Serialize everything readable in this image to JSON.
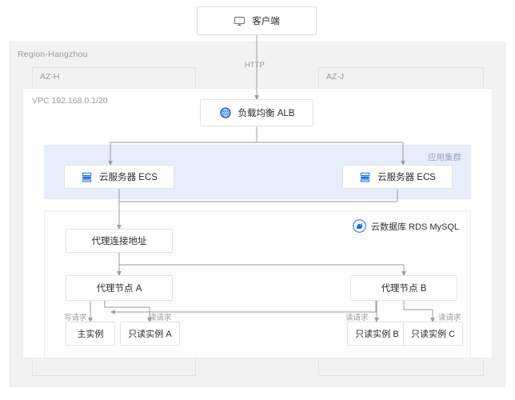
{
  "diagram": {
    "title": "Region-Hangzhou",
    "type": "cloud-architecture",
    "region": {
      "label": "Region-Hangzhou"
    },
    "zones": [
      {
        "id": "az-h",
        "label": "AZ-H"
      },
      {
        "id": "az-j",
        "label": "AZ-J"
      }
    ],
    "vpc": {
      "label": "VPC 192.168.0.1/20"
    },
    "app_cluster": {
      "label": "应用集群"
    },
    "rds": {
      "label": "云数据库 RDS MySQL",
      "icon": "mysql-dolphin-icon"
    },
    "nodes": {
      "client": {
        "label": "客户端",
        "icon": "monitor-icon"
      },
      "alb": {
        "label": "负载均衡 ALB",
        "icon": "load-balancer-icon"
      },
      "ecs_left": {
        "label": "云服务器 ECS",
        "icon": "server-icon"
      },
      "ecs_right": {
        "label": "云服务器 ECS",
        "icon": "server-icon"
      },
      "proxy_address": {
        "label": "代理连接地址"
      },
      "proxy_node_a": {
        "label": "代理节点 A"
      },
      "proxy_node_b": {
        "label": "代理节点 B"
      },
      "instance_master": {
        "label": "主实例"
      },
      "instance_readonly_a": {
        "label": "只读实例 A"
      },
      "instance_readonly_b": {
        "label": "只读实例 B"
      },
      "instance_readonly_c": {
        "label": "只读实例 C"
      }
    },
    "edge_labels": {
      "http": "HTTP",
      "write_request": "写请求",
      "read_request_a": "读请求",
      "read_request_b": "读请求",
      "read_request_c": "读请求"
    },
    "colors": {
      "accent_blue": "#1a6fe0",
      "cluster_band": "#e7edfb",
      "region_bg": "#f2f2f2",
      "vpc_bg": "#ffffff",
      "wire": "#9e9e9e",
      "muted_text": "#9a9a9a",
      "body_text": "#2b2b2b"
    }
  }
}
